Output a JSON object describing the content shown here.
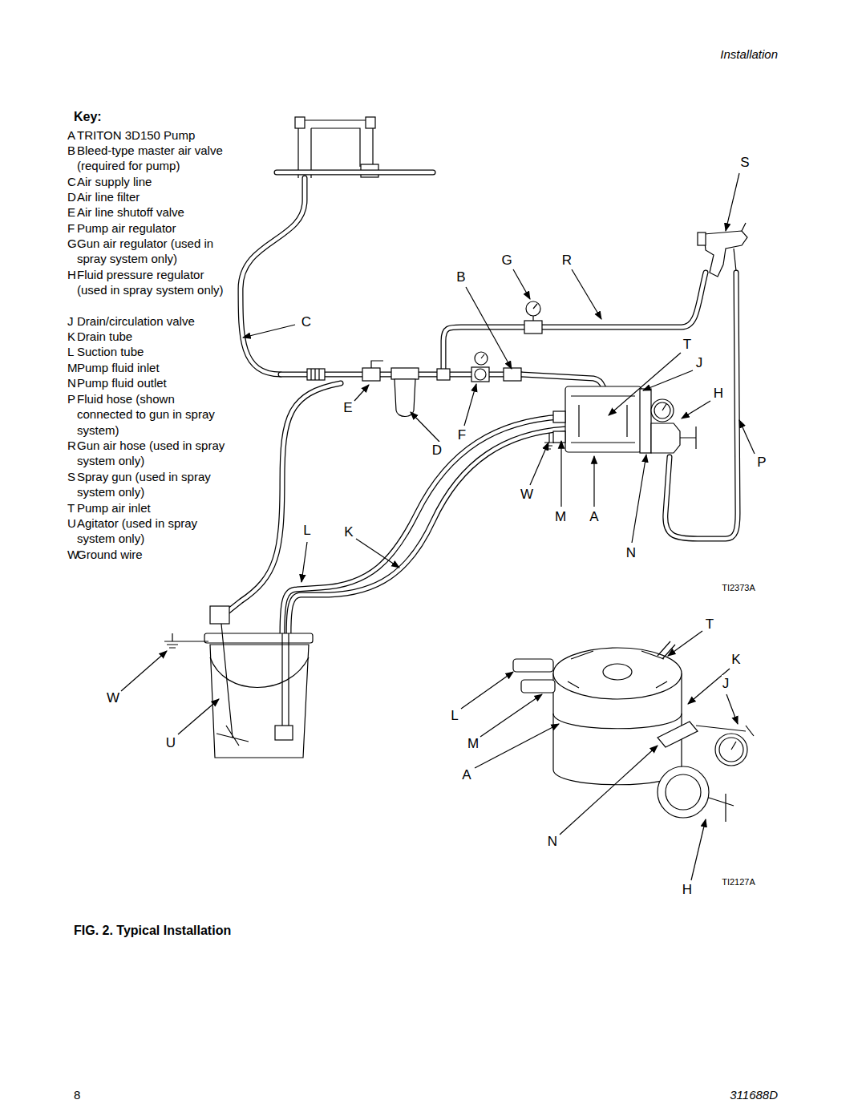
{
  "diagram": {
    "caption": "FIG. 2. Typical Installation",
    "labels": [
      "Installation",
      "Key:",
      "A",
      "TRITON 3D150 Pump",
      "B",
      "Bleed-type master air valve (required for pump)",
      "C",
      "Air supply line",
      "D",
      "Air line filter",
      "E",
      "Air line shutoff valve",
      "F",
      "Pump air regulator",
      "G",
      "Gun air regulator (used in spray system only)",
      "H",
      "Fluid pressure regulator (used in spray system only)",
      "J",
      "Drain/circulation valve",
      "K",
      "Drain tube",
      "L",
      "Suction tube",
      "M",
      "Pump fluid inlet",
      "N",
      "Pump fluid outlet",
      "P",
      "Fluid hose (shown connected to gun in spray system)",
      "R",
      "Gun air hose (used in spray system only)",
      "S",
      "Spray gun (used in spray system only)",
      "T",
      "Pump air inlet",
      "U",
      "Agitator (used in spray system only)",
      "W",
      "Ground wire",
      "S",
      "G",
      "R",
      "B",
      "C",
      "T",
      "J",
      "H",
      "E",
      "F",
      "D",
      "P",
      "W",
      "M",
      "A",
      "L",
      "K",
      "N",
      "TI2373A",
      "T",
      "K",
      "J",
      "W",
      "L",
      "U",
      "M",
      "A",
      "N",
      "H",
      "TI2127A",
      "8",
      "311688D"
    ]
  }
}
